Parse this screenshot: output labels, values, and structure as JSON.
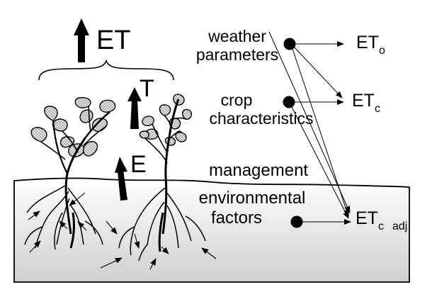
{
  "labels": {
    "et_main": "ET",
    "transpiration": "T",
    "evaporation": "E",
    "weather": [
      "weather",
      "parameters"
    ],
    "crop": [
      "crop",
      "characteristics"
    ],
    "management": "management",
    "environmental": [
      "environmental",
      "factors"
    ],
    "out_eto": {
      "base": "ET",
      "sub": "o"
    },
    "out_etc": {
      "base": "ET",
      "sub": "c"
    },
    "out_etc_adj": {
      "base": "ET",
      "sub1": "c",
      "sub2": "adj"
    }
  },
  "colors": {
    "ink": "#000000",
    "soil_top": "#ffffff",
    "soil_bottom": "#cfcfcf",
    "leaf_fill": "#d8d8d8"
  }
}
